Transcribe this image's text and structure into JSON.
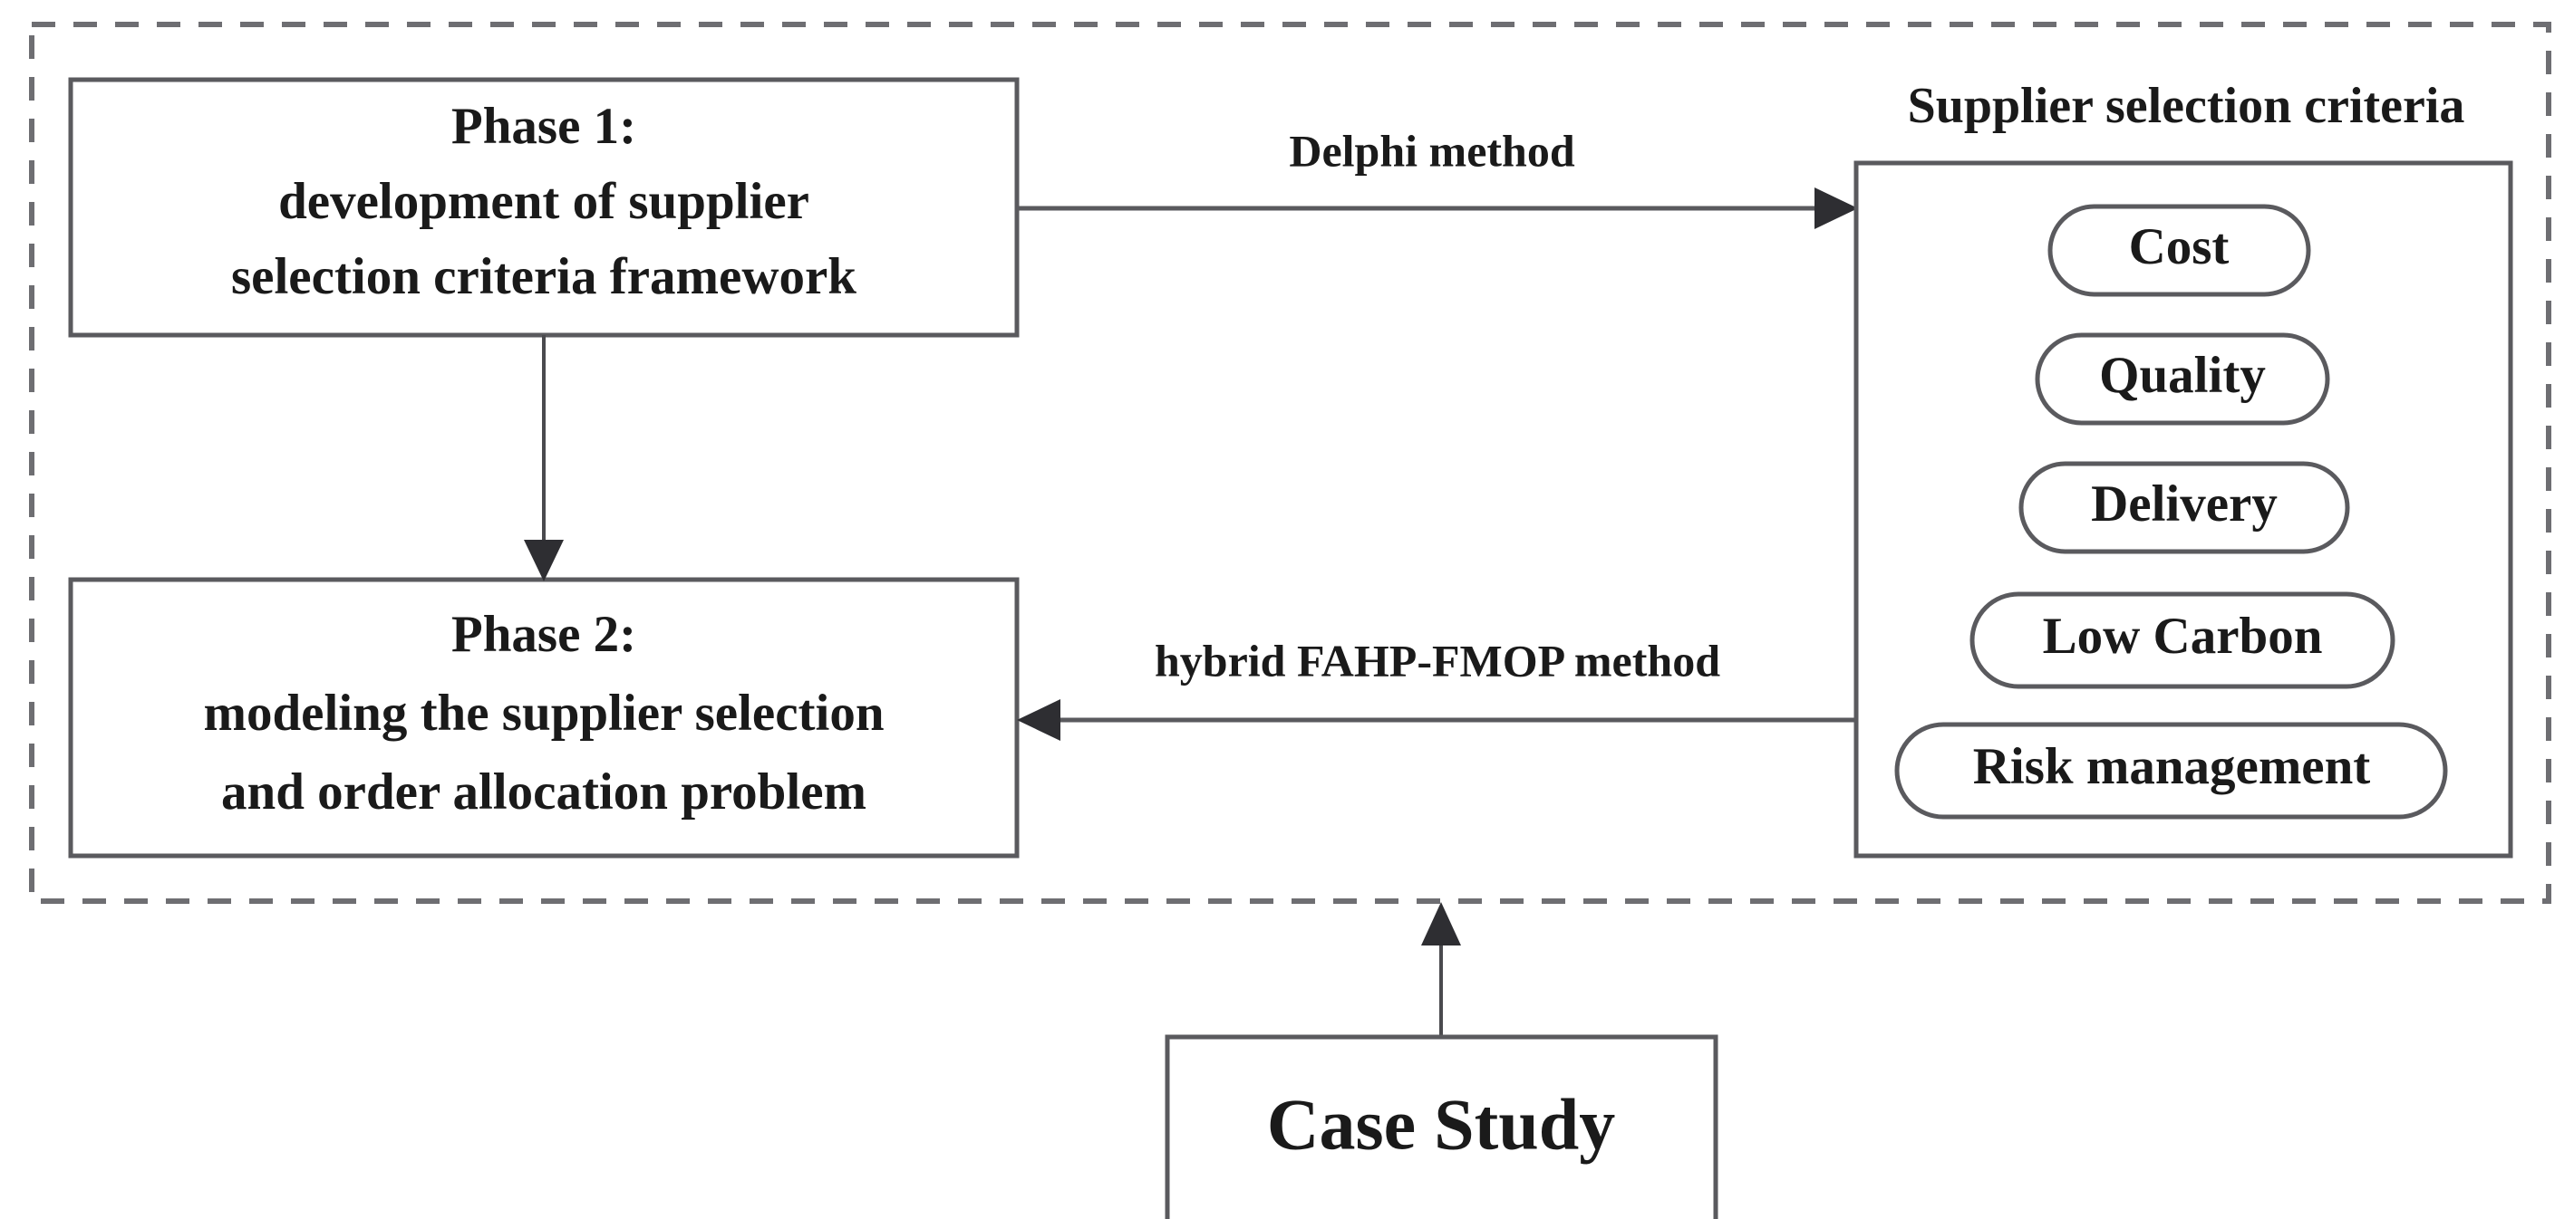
{
  "figure": {
    "type": "flowchart",
    "background_color": "#ffffff",
    "line_color": "#5a5a5e",
    "text_color": "#1a1a1a",
    "frame": {
      "name": "methodology-frame",
      "style": "dashed"
    }
  },
  "phases": [
    {
      "id": "phase-1",
      "lines": [
        "Phase 1:",
        "development of supplier",
        "selection criteria framework"
      ]
    },
    {
      "id": "phase-2",
      "lines": [
        "Phase 2:",
        "modeling the supplier selection",
        "and order allocation problem"
      ]
    }
  ],
  "criteria_panel": {
    "title": "Supplier selection criteria",
    "items": [
      {
        "label": "Cost"
      },
      {
        "label": "Quality"
      },
      {
        "label": "Delivery"
      },
      {
        "label": "Low Carbon"
      },
      {
        "label": "Risk management"
      }
    ]
  },
  "edges": [
    {
      "id": "edge-delphi",
      "label": "Delphi method",
      "from": "phase-1",
      "to": "criteria-panel",
      "direction": "right"
    },
    {
      "id": "edge-fahp-fmop",
      "label": "hybrid FAHP-FMOP method",
      "from": "criteria-panel",
      "to": "phase-2",
      "direction": "left"
    },
    {
      "id": "edge-phase1-phase2",
      "label": "",
      "from": "phase-1",
      "to": "phase-2",
      "direction": "down"
    },
    {
      "id": "edge-case-study",
      "label": "",
      "from": "case-study",
      "to": "methodology-frame",
      "direction": "up"
    }
  ],
  "case_study": {
    "label": "Case Study"
  }
}
